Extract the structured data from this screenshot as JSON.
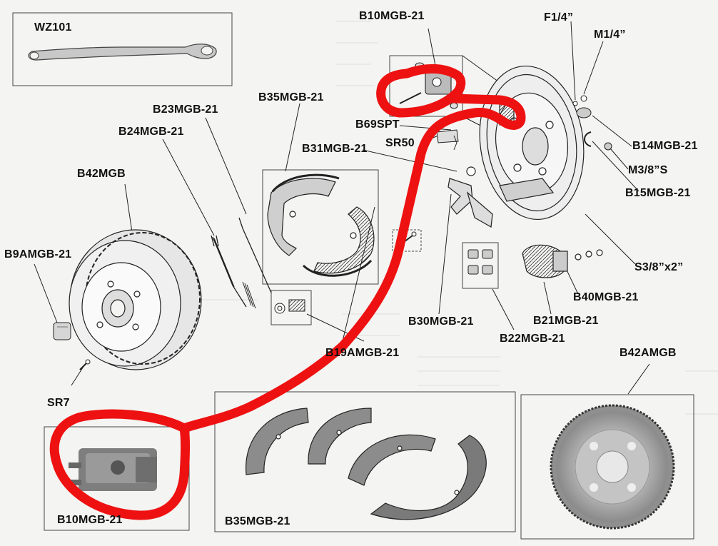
{
  "labels": {
    "wz101": "WZ101",
    "b10_top": "B10MGB-21",
    "f14": "F1/4”",
    "m14": "M1/4”",
    "b35_top": "B35MGB-21",
    "b23": "B23MGB-21",
    "b24": "B24MGB-21",
    "b69spt": "B69SPT",
    "sr50": "SR50",
    "b31": "B31MGB-21",
    "b14": "B14MGB-21",
    "m38s": "M3/8”S",
    "b15": "B15MGB-21",
    "b42": "B42MGB",
    "b9a": "B9AMGB-21",
    "s38x2": "S3/8”x2”",
    "b40": "B40MGB-21",
    "b21": "B21MGB-21",
    "b30": "B30MGB-21",
    "b22": "B22MGB-21",
    "b19a": "B19AMGB-21",
    "b42a": "B42AMGB",
    "sr7": "SR7",
    "b10_bottom": "B10MGB-21",
    "b35_bottom": "B35MGB-21"
  },
  "colors": {
    "annotation": "#ee1111",
    "ink": "#111111",
    "paper": "#f4f4f2"
  }
}
